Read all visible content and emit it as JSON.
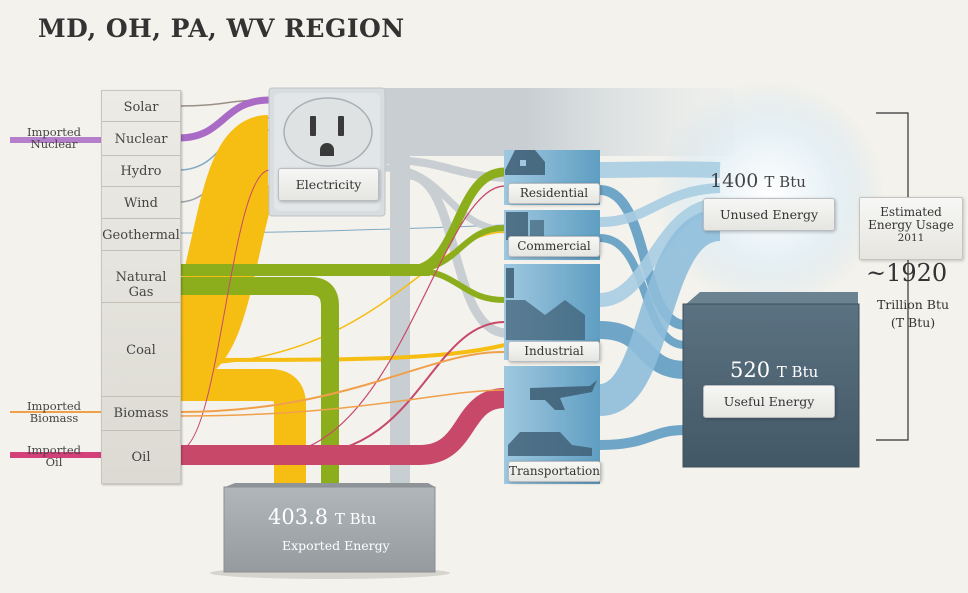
{
  "title": "MD, OH, PA, WV REGION",
  "sources": {
    "solar": "Solar",
    "nuclear": "Nuclear",
    "hydro": "Hydro",
    "wind": "Wind",
    "geothermal": "Geothermal",
    "natural_gas": "Natural Gas",
    "coal": "Coal",
    "biomass": "Biomass",
    "oil": "Oil"
  },
  "imports": {
    "nuclear": "Imported Nuclear",
    "biomass": "Imported Biomass",
    "oil": "Imported Oil"
  },
  "electricity_label": "Electricity",
  "sectors": {
    "residential": "Residential",
    "commercial": "Commercial",
    "industrial": "Industrial",
    "transportation": "Transportation"
  },
  "unused": {
    "value": "1400",
    "unit": "T Btu",
    "label": "Unused Energy"
  },
  "useful": {
    "value": "520",
    "unit": "T Btu",
    "label": "Useful Energy"
  },
  "exported": {
    "value": "403.8",
    "unit": "T Btu",
    "label": "Exported Energy"
  },
  "estimate": {
    "line1": "Estimated",
    "line2": "Energy Usage",
    "year": "2011",
    "total": "~1920",
    "unit1": "Trillion Btu",
    "unit2": "(T Btu)"
  },
  "colors": {
    "coal": "#f6bd13",
    "natural_gas": "#8dae1c",
    "oil": "#c8486a",
    "nuclear": "#a96bc6",
    "electricity": "#c2c9ce",
    "sector_flow": "#7fb5d4",
    "useful_box": "#4e6473",
    "export_box": "#a2a7ab"
  }
}
